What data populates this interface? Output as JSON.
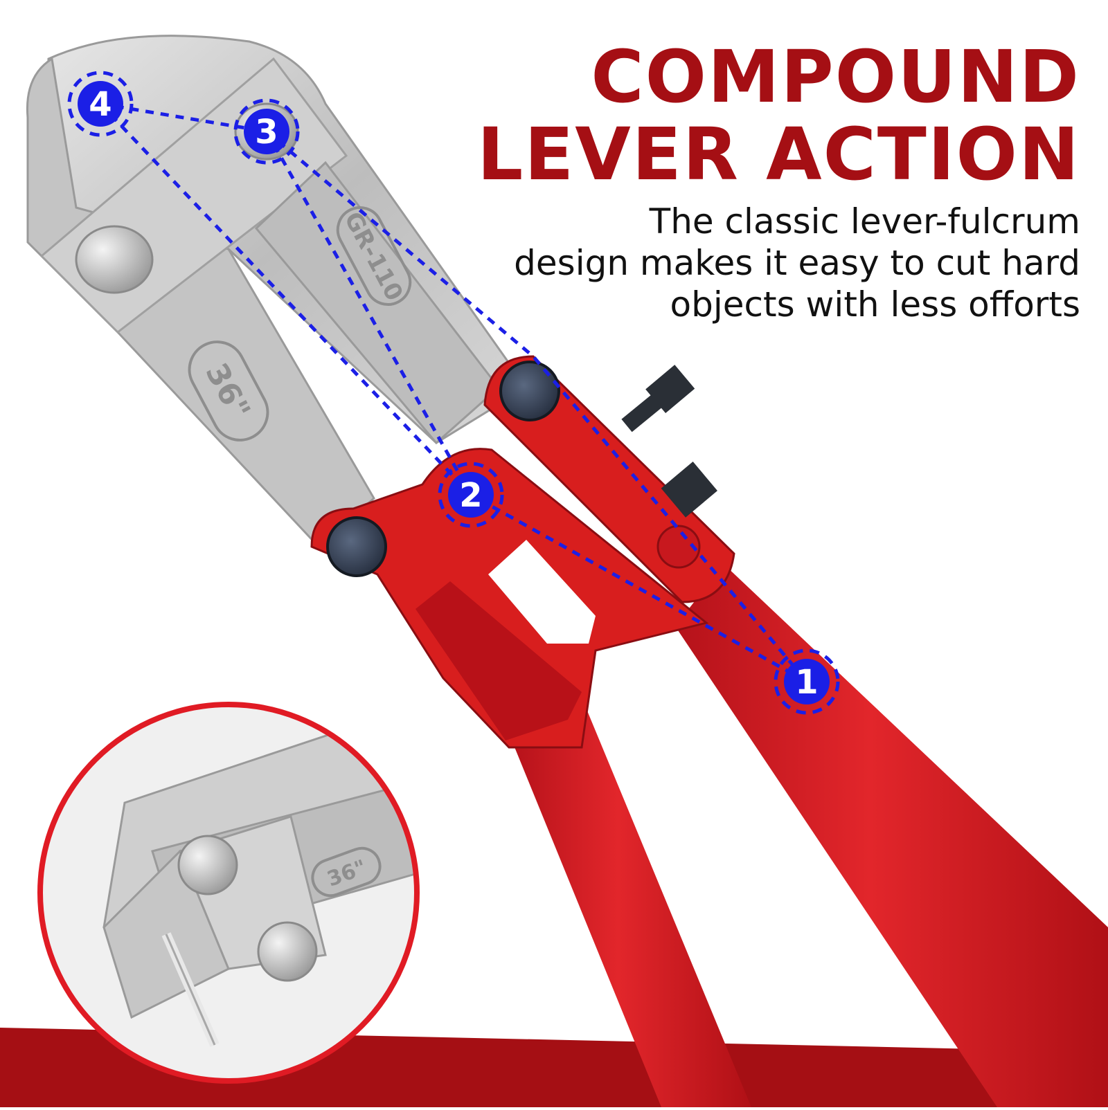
{
  "headline": {
    "line1": "COMPOUND",
    "line2": "LEVER ACTION"
  },
  "description": {
    "line1": "The classic lever-fulcrum",
    "line2": "design makes it easy to cut hard",
    "line3": "objects with less offorts"
  },
  "lever_points": {
    "p1": "1",
    "p2": "2",
    "p3": "3",
    "p4": "4"
  },
  "embossed_marks": {
    "jaw_model": "GR-110",
    "jaw_size": "36\"",
    "inset_jaw_size": "36\""
  },
  "colors": {
    "brand_red": "#a50f14",
    "handle_red": "#d81e1e",
    "marker_blue": "#1b1fe6",
    "steel": "#c9c9c9"
  },
  "icons": {
    "product": "bolt-cutter",
    "inset": "bolt-cutter-jaw-closeup"
  }
}
